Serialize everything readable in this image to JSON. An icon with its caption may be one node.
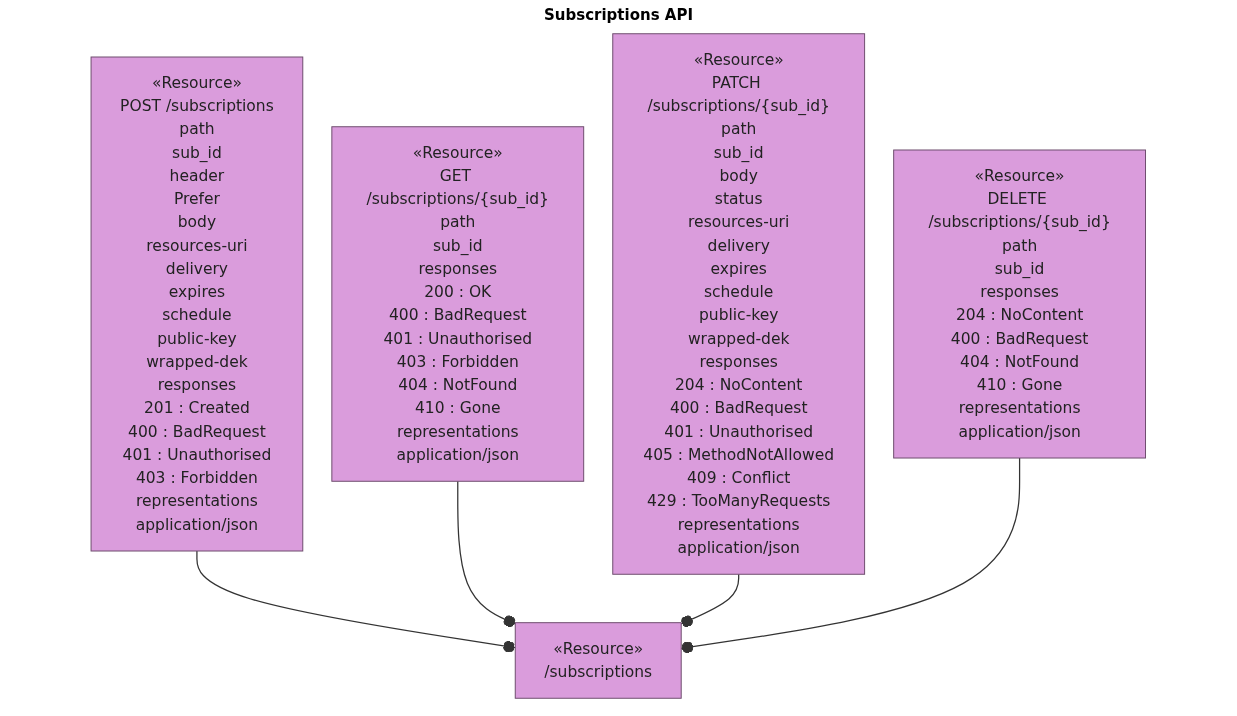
{
  "diagram": {
    "title": "Subscriptions API",
    "nodes": [
      {
        "text": [
          "«Resource»",
          "/subscriptions"
        ]
      },
      {
        "text": [
          "«Resource»",
          "POST /subscriptions",
          "path",
          "sub_id",
          "header",
          "Prefer",
          "body",
          "resources-uri",
          "delivery",
          "expires",
          "schedule",
          "public-key",
          "wrapped-dek",
          "responses",
          "201 : Created",
          "400 : BadRequest",
          "401 : Unauthorised",
          "403 : Forbidden",
          "representations",
          "application/json"
        ]
      },
      {
        "text": [
          "«Resource»",
          "GET /subscriptions/{sub_id}",
          "path",
          "sub_id",
          "responses",
          "200 : OK",
          "400 : BadRequest",
          "401 : Unauthorised",
          "403 : Forbidden",
          "404 : NotFound",
          "410 : Gone",
          "representations",
          "application/json"
        ]
      },
      {
        "text": [
          "«Resource»",
          "PATCH /subscriptions/{sub_id}",
          "path",
          "sub_id",
          "body",
          "status",
          "resources-uri",
          "delivery",
          "expires",
          "schedule",
          "public-key",
          "wrapped-dek",
          "responses",
          "204 : NoContent",
          "400 : BadRequest",
          "401 : Unauthorised",
          "405 : MethodNotAllowed",
          "409 : Conflict",
          "429 : TooManyRequests",
          "representations",
          "application/json"
        ]
      },
      {
        "text": [
          "«Resource»",
          "DELETE /subscriptions/{sub_id}",
          "path",
          "sub_id",
          "responses",
          "204 : NoContent",
          "400 : BadRequest",
          "404 : NotFound",
          "410 : Gone",
          "representations",
          "application/json"
        ]
      }
    ],
    "edges": [
      {
        "from": 1,
        "to": 0,
        "arrow": "other"
      },
      {
        "from": 2,
        "to": 0,
        "arrow": "other"
      },
      {
        "from": 3,
        "to": 0,
        "arrow": "other"
      },
      {
        "from": 4,
        "to": 0,
        "arrow": "other"
      }
    ]
  }
}
